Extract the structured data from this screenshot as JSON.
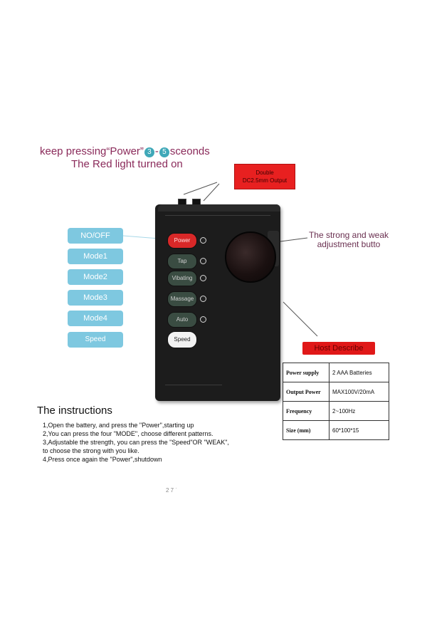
{
  "headline": {
    "line1_before": "keep pressing“Power”",
    "num_from": "3",
    "dash": "-",
    "num_to": "5",
    "line1_after": "sceonds",
    "line2": "The Red light turned on"
  },
  "output_callout": {
    "line1": "Double",
    "line2": "DC2.5mm Output"
  },
  "side_labels": [
    "NO/OFF",
    "Mode1",
    "Mode2",
    "Mode3",
    "Mode4",
    "Speed"
  ],
  "device_buttons": [
    {
      "label": "Power",
      "color": "#d82828"
    },
    {
      "label": "Tap",
      "color": "#3a4c42"
    },
    {
      "label": "Vibating",
      "color": "#3a4c42"
    },
    {
      "label": "Massage",
      "color": "#3a4c42"
    },
    {
      "label": "Auto",
      "color": "#3a4c42"
    },
    {
      "label": "Speed",
      "color": "#f2f2f2"
    }
  ],
  "knob_annotation": {
    "line1": "The strong and weak",
    "line2": "adjustment butto"
  },
  "spec": {
    "title": "Host Describe",
    "rows": [
      {
        "key": "Power supply",
        "value": "2 AAA Batteries"
      },
      {
        "key": "Output Power",
        "value": "MAX100V/20mA"
      },
      {
        "key": "Frequency",
        "value": "2~100Hz"
      },
      {
        "key": "Size (mm)",
        "value": "60*100*15"
      }
    ]
  },
  "instructions": {
    "title": "The instructions",
    "lines": [
      "1,Open the battery, and press the \"Power\",starting up",
      "2,You can press the four \"MODE\", choose different patterns.",
      "3,Adjustable the strength, you can press the \"Speed\"OR \"WEAK\",",
      "to choose the strong with you like.",
      "4,Press once again the \"Power\",shutdown"
    ]
  },
  "stray_text": "2 7 ˙"
}
